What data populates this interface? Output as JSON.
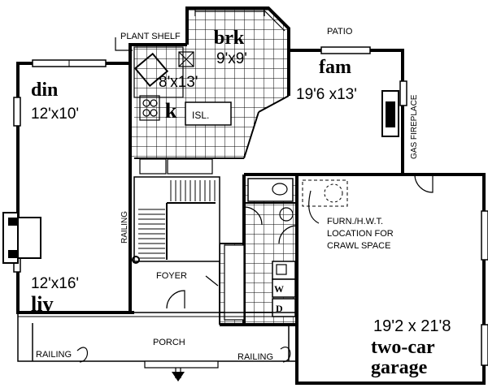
{
  "rooms": {
    "breakfast": {
      "name": "brk",
      "dims": "9'x9'"
    },
    "family": {
      "name": "fam",
      "dims": "19'6 x13'"
    },
    "dining": {
      "name": "din",
      "dims": "12'x10'"
    },
    "kitchen": {
      "name": "k",
      "dims": "8'x13'"
    },
    "living": {
      "name": "liv",
      "dims": "12'x16'"
    },
    "garage": {
      "dims": "19'2 x 21'8",
      "name_line1": "two-car",
      "name_line2": "garage"
    }
  },
  "labels": {
    "plant_shelf": "PLANT SHELF",
    "patio": "PATIO",
    "island": "ISL.",
    "gas_fireplace": "GAS FIREPLACE",
    "railing_stair": "RAILING",
    "foyer": "FOYER",
    "porch": "PORCH",
    "railing_left": "RAILING",
    "railing_right": "RAILING",
    "furnace_line1": "FURN./H.W.T.",
    "furnace_line2": "LOCATION FOR",
    "furnace_line3": "CRAWL SPACE",
    "washer": "W",
    "dryer": "D"
  }
}
